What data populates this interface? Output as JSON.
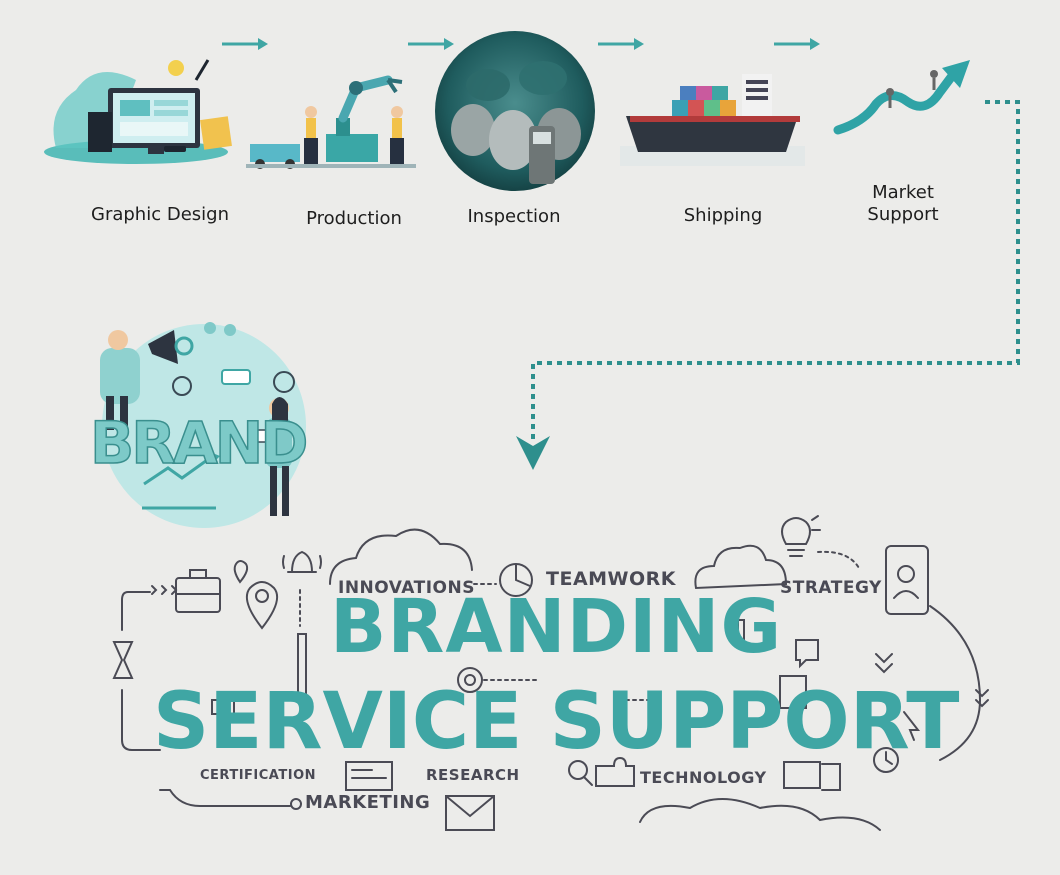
{
  "steps": [
    {
      "label": "Graphic Design",
      "icon": "graphic-design-illustration"
    },
    {
      "label": "Production",
      "icon": "production-robot-arm-illustration"
    },
    {
      "label": "Inspection",
      "icon": "inspection-photo-circle"
    },
    {
      "label": "Shipping",
      "icon": "cargo-ship-illustration"
    },
    {
      "label": "Market Support",
      "icon": "growth-arrow-illustration"
    }
  ],
  "brand_art_text": "BRAND",
  "headline": {
    "line1": "BRANDING",
    "line2": "SERVICE SUPPORT"
  },
  "keywords": {
    "innovations": "INNOVATIONS",
    "teamwork": "TEAMWORK",
    "strategy": "STRATEGY",
    "certification": "CERTIFICATION",
    "research": "RESEARCH",
    "technology": "TECHNOLOGY",
    "marketing": "MARKETING"
  },
  "colors": {
    "accent": "#3fa6a4",
    "dark_teal": "#2e6f70",
    "keyword_gray": "#4a4a55",
    "background": "#ececea"
  }
}
